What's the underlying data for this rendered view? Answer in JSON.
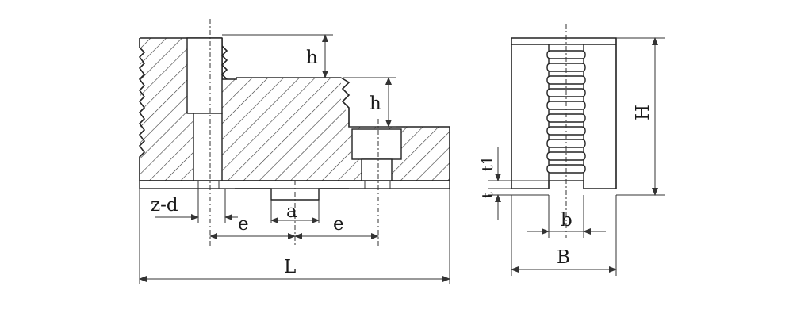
{
  "labels": {
    "h_top": "h",
    "h_step": "h",
    "z_d": "z-d",
    "a": "a",
    "e_left": "e",
    "e_right": "e",
    "L": "L",
    "t1": "t1",
    "t": "t",
    "H": "H",
    "b": "b",
    "B": "B"
  },
  "colors": {
    "line": "#222222",
    "background": "#ffffff"
  }
}
